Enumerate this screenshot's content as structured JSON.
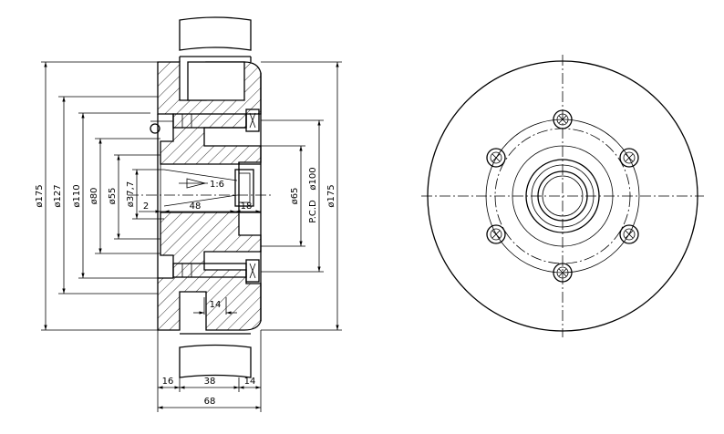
{
  "diagram": {
    "dimensions": {
      "overall_diameter_left": "ø175",
      "bore_diameter": "ø127",
      "diameter_110": "ø110",
      "diameter_80": "ø80",
      "diameter_55": "ø55",
      "diameter_37_7": "ø37,7",
      "offset_2": "2",
      "length_48": "48",
      "length_18": "18",
      "taper_ratio": "1:6",
      "diameter_65": "ø65",
      "pcd_label": "P.C.D",
      "pcd_diameter": "ø100",
      "overall_diameter_right": "ø175",
      "width_14_center": "14",
      "width_16": "16",
      "width_38": "38",
      "width_14_right": "14",
      "overall_width": "68"
    }
  }
}
